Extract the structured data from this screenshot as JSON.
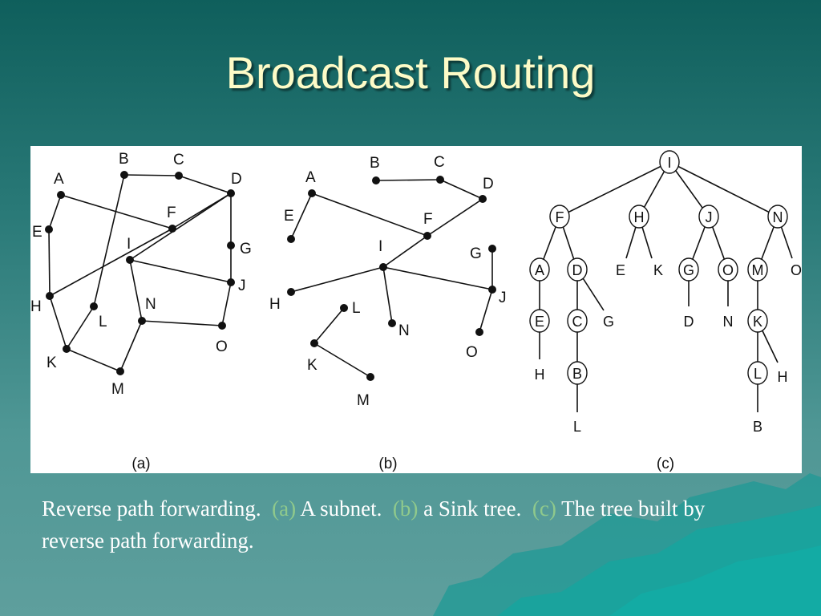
{
  "slide": {
    "title": "Broadcast Routing"
  },
  "figure": {
    "panels": {
      "a": {
        "caption": "(a)",
        "nodes": [
          "A",
          "B",
          "C",
          "D",
          "E",
          "F",
          "G",
          "H",
          "I",
          "J",
          "K",
          "L",
          "M",
          "N",
          "O"
        ],
        "edges": [
          [
            "A",
            "F"
          ],
          [
            "A",
            "E"
          ],
          [
            "E",
            "H"
          ],
          [
            "H",
            "K"
          ],
          [
            "K",
            "L"
          ],
          [
            "L",
            "B"
          ],
          [
            "B",
            "C"
          ],
          [
            "C",
            "D"
          ],
          [
            "D",
            "F"
          ],
          [
            "F",
            "H"
          ],
          [
            "D",
            "G"
          ],
          [
            "G",
            "J"
          ],
          [
            "J",
            "O"
          ],
          [
            "O",
            "N"
          ],
          [
            "N",
            "M"
          ],
          [
            "M",
            "K"
          ],
          [
            "I",
            "J"
          ],
          [
            "I",
            "N"
          ],
          [
            "D",
            "I"
          ]
        ]
      },
      "b": {
        "caption": "(b)",
        "nodes": [
          "A",
          "B",
          "C",
          "D",
          "E",
          "F",
          "G",
          "H",
          "I",
          "J",
          "K",
          "L",
          "M",
          "N",
          "O"
        ],
        "edges": [
          [
            "B",
            "C"
          ],
          [
            "C",
            "D"
          ],
          [
            "D",
            "F"
          ],
          [
            "A",
            "F"
          ],
          [
            "F",
            "I"
          ],
          [
            "I",
            "H"
          ],
          [
            "I",
            "J"
          ],
          [
            "I",
            "N"
          ],
          [
            "G",
            "J"
          ],
          [
            "J",
            "O"
          ],
          [
            "L",
            "K"
          ],
          [
            "K",
            "M"
          ]
        ]
      },
      "c": {
        "caption": "(c)",
        "tree_nodes": [
          "I",
          "F",
          "H",
          "J",
          "N",
          "A",
          "D",
          "G",
          "O",
          "M",
          "E",
          "C",
          "K",
          "B",
          "L"
        ],
        "leaf_labels": [
          "E",
          "K",
          "O",
          "G",
          "H",
          "D",
          "N",
          "L",
          "B",
          "H"
        ],
        "edges": [
          [
            "I",
            "F"
          ],
          [
            "I",
            "H"
          ],
          [
            "I",
            "J"
          ],
          [
            "I",
            "N"
          ],
          [
            "F",
            "A"
          ],
          [
            "F",
            "D"
          ],
          [
            "A",
            "E"
          ],
          [
            "D",
            "C"
          ],
          [
            "C",
            "B"
          ],
          [
            "J",
            "G"
          ],
          [
            "J",
            "O"
          ],
          [
            "N",
            "M"
          ],
          [
            "M",
            "K"
          ],
          [
            "K",
            "L"
          ]
        ]
      }
    }
  },
  "caption": {
    "intro": "Reverse path forwarding.",
    "tag_a": "(a)",
    "text_a": "A subnet.",
    "tag_b": "(b)",
    "text_b": "a Sink tree.",
    "tag_c": "(c)",
    "text_c": "The tree built by reverse path forwarding."
  },
  "colors": {
    "title": "#fdfbc7",
    "caption_text": "#ffffff",
    "caption_tag": "#8fc98c",
    "background": "#2a7a78"
  }
}
